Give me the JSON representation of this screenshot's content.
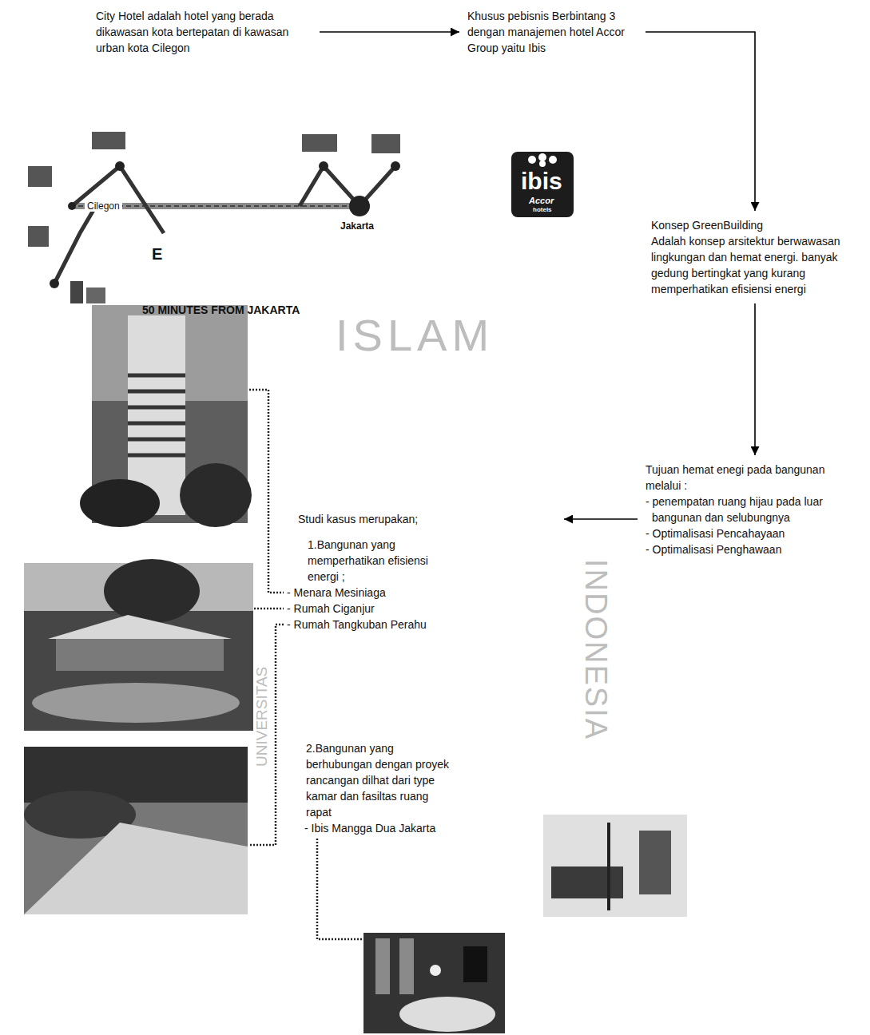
{
  "diagram": {
    "nodes": [
      {
        "text": [
          "City Hotel adalah hotel yang berada dikawasan kota bertepatan di kawasan urban kota Cilegon"
        ]
      },
      {
        "text": [
          "Khusus pebisnis Berbintang 3 dengan manajemen hotel Accor Group yaitu Ibis"
        ]
      },
      {
        "text": [
          "Konsep GreenBuilding",
          "Adalah konsep arsitektur berwawasan lingkungan dan hemat energi. banyak gedung bertingkat yang kurang memperhatikan efisiensi energi"
        ]
      },
      {
        "text": [
          "Tujuan hemat enegi pada bangunan melalui :",
          "- penempatan ruang hijau pada luar bangunan dan selubungnya",
          "- Optimalisasi Pencahayaan",
          "- Optimalisasi Penghawaan"
        ]
      },
      {
        "text": [
          "Studi kasus merupakan;",
          "1.Bangunan yang memperhatikan efisiensi energi ;",
          "- Menara Mesiniaga",
          "- Rumah Ciganjur",
          "- Rumah Tangkuban Perahu",
          "2.Bangunan yang berhubungan dengan proyek rancangan dilhat dari type kamar dan fasiltas ruang rapat",
          "- Ibis Mangga Dua Jakarta"
        ]
      }
    ],
    "edges": [
      {
        "from": 0,
        "to": 1,
        "arrow": "to"
      },
      {
        "from": 1,
        "to": 2,
        "arrow": "to"
      },
      {
        "from": 2,
        "to": 3,
        "arrow": "to"
      },
      {
        "from": 3,
        "to": 4,
        "arrow": "to"
      }
    ],
    "labels": [
      "Cilegon",
      "Jakarta",
      "50 MINUTES FROM JAKARTA",
      "E",
      "ibis",
      "Accor",
      "hotels",
      "ISLAM",
      "INDONESIA",
      "UNIVERSITAS"
    ]
  }
}
